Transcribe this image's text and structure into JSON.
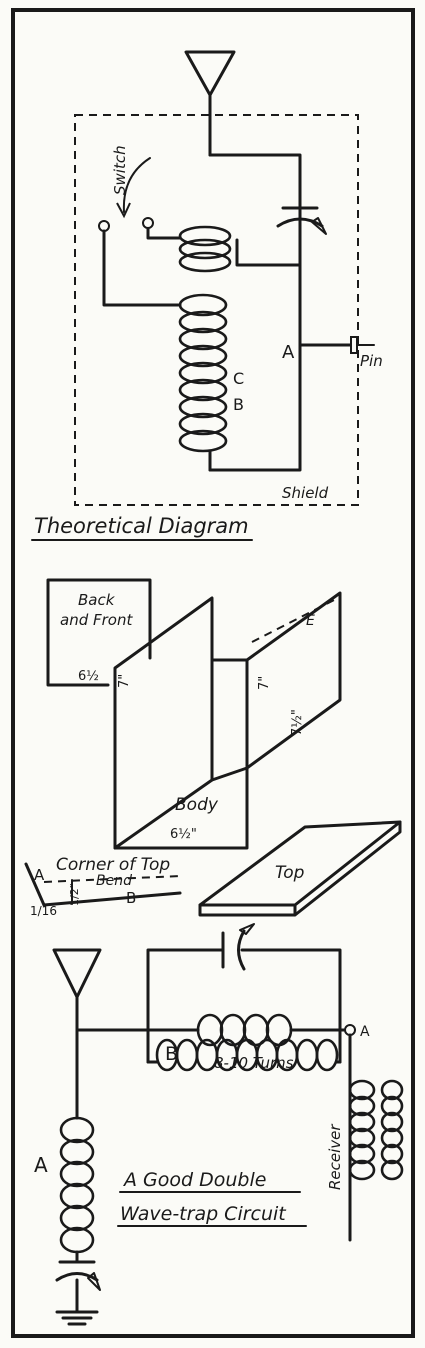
{
  "theoretical": {
    "title": "Theoretical Diagram",
    "switch_label": "Switch",
    "label_a": "A",
    "label_b": "B",
    "label_c": "C",
    "pin_label": "Pin",
    "shield_label": "Shield"
  },
  "construction": {
    "back_front_line1": "Back",
    "back_front_line2": "and Front",
    "dim_back_width": "6½",
    "dim_left_height": "7\"",
    "dim_right_height": "7\"",
    "dim_right_inner": "7½\"",
    "label_e": "E",
    "body_label": "Body",
    "dim_body_width": "6½\"",
    "corner_title": "Corner of Top",
    "corner_a": "A",
    "corner_bend": "Bend",
    "corner_sixteenth": "1/16",
    "corner_half": "1/2\"",
    "corner_b": "B",
    "top_label": "Top"
  },
  "wavetrap": {
    "label_b": "B",
    "turns_label": "8-10 Turns",
    "label_a_node": "A",
    "label_a_coil": "A",
    "receiver_label": "Receiver",
    "caption_line1": "A Good Double",
    "caption_line2": "Wave-trap Circuit"
  }
}
